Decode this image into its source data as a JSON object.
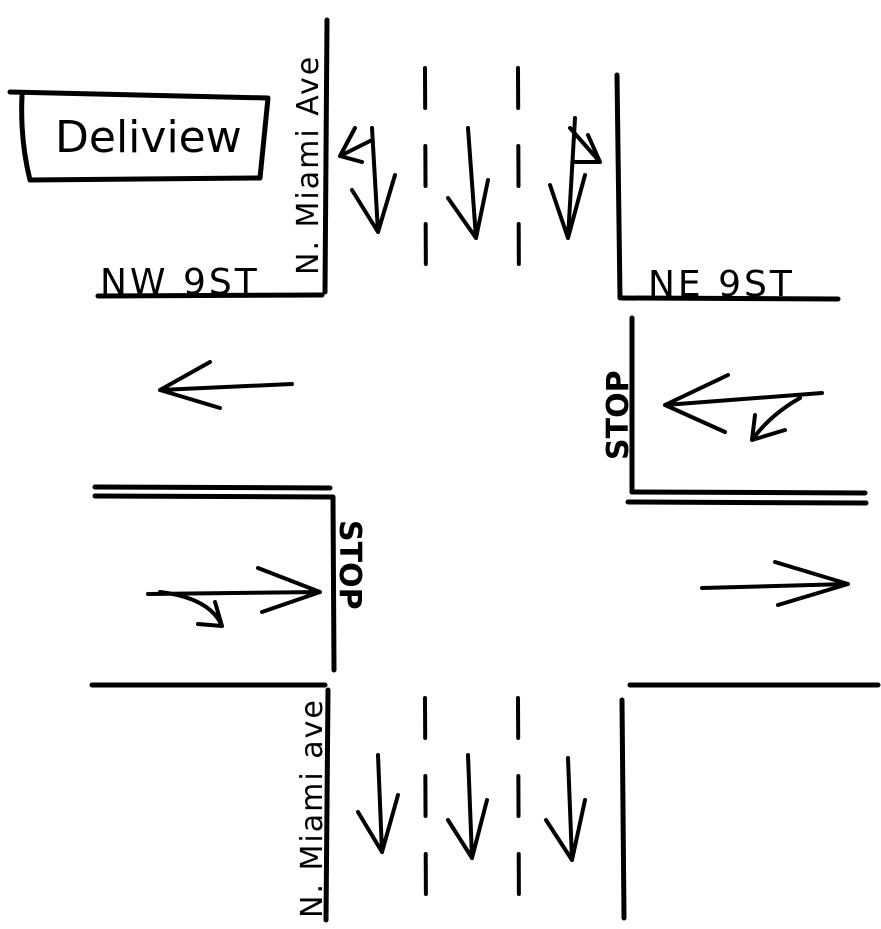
{
  "logo": {
    "text": "Deliview"
  },
  "streets": {
    "north_avenue": "N. Miami Ave",
    "south_avenue": "N. Miami ave",
    "west_street": "NW 9ST",
    "east_street": "NE 9ST"
  },
  "signs": {
    "stop_east": "STOP",
    "stop_west": "STOP"
  },
  "colors": {
    "ink": "#000000",
    "paper": "#ffffff"
  }
}
